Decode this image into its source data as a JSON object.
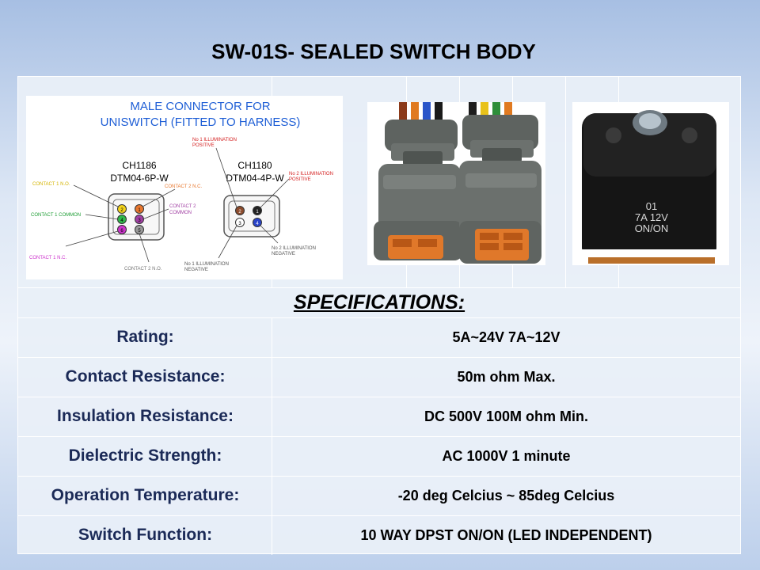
{
  "title": "SW-01S- SEALED SWITCH BODY",
  "diagram": {
    "heading_line1": "MALE CONNECTOR FOR",
    "heading_line2": "UNISWITCH (FITTED TO HARNESS)",
    "left_part": "CH1186",
    "left_model": "DTM04-6P-W",
    "right_part": "CH1180",
    "right_model": "DTM04-4P-W",
    "labels": {
      "contact1_no": "CONTACT 1 N.O.",
      "contact1_common": "CONTACT 1 COMMON",
      "contact1_nc": "CONTACT 1 N.C.",
      "contact2_nc": "CONTACT 2 N.C.",
      "contact2_common_1": "CONTACT 2",
      "contact2_common_2": "COMMON",
      "contact2_no": "CONTACT 2 N.O.",
      "illum1_pos_1": "No 1 ILLUMINATION",
      "illum1_pos_2": "POSITIVE",
      "illum2_pos_1": "No 2 ILLUMINATION",
      "illum2_pos_2": "POSITIVE",
      "illum2_neg_1": "No 2 ILLUMINATION",
      "illum2_neg_2": "NEGATIVE",
      "illum1_neg_1": "No 1 ILLUMINATION",
      "illum1_neg_2": "NEGATIVE"
    },
    "pins_6": [
      "2",
      "1",
      "4",
      "3",
      "6",
      "5"
    ],
    "pins_4": [
      "2",
      "1",
      "3",
      "4"
    ],
    "colors": {
      "yellow": "#f2d21b",
      "orange": "#e8772e",
      "green": "#2fb84a",
      "purple": "#a13fa3",
      "magenta": "#cc33cc",
      "grey": "#9a9a9a",
      "brown": "#8b4a2b",
      "black": "#222222",
      "white": "#ffffff",
      "blue": "#2a44c9",
      "heading_blue": "#1f5fd6",
      "red": "#d42020"
    }
  },
  "switch_label": {
    "line1": "01",
    "line2": "7A 12V",
    "line3": "ON/ON"
  },
  "specs_title": "SPECIFICATIONS:",
  "specs": [
    {
      "label": "Rating:",
      "value": "5A~24V  7A~12V"
    },
    {
      "label": "Contact Resistance:",
      "value": "50m ohm Max."
    },
    {
      "label": "Insulation Resistance:",
      "value": "DC 500V 100M ohm Min."
    },
    {
      "label": "Dielectric Strength:",
      "value": "AC 1000V 1 minute"
    },
    {
      "label": "Operation Temperature:",
      "value": "-20 deg Celcius ~ 85deg Celcius"
    },
    {
      "label": "Switch Function:",
      "value": "10 WAY DPST ON/ON (LED INDEPENDENT)"
    }
  ]
}
